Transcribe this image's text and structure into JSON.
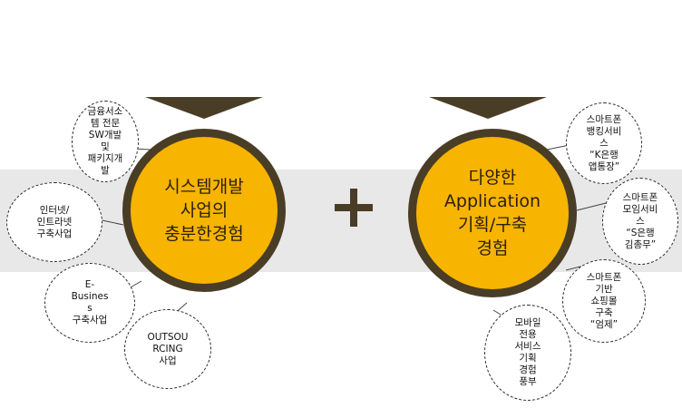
{
  "left_center": {
    "label": "시스템개발\n사업의\n충분한경험"
  },
  "right_center": {
    "label": "다양한\nApplication\n기획/구축\n경험"
  },
  "left_items": [
    {
      "label": "금융서소\n템 전문\nSW개발\n및\n패키지개\n발"
    },
    {
      "label": "인터넷/\n인트라넷\n구축사업"
    },
    {
      "label": "E-\nBusines\ns\n구축사업"
    },
    {
      "label": "OUTSOU\nRCING\n사업"
    }
  ],
  "right_items": [
    {
      "label": "스마트폰\n뱅킹서비\n스\n“K은행\n앱통장”"
    },
    {
      "label": "스마트폰\n모임서비\n스\n“S은행\n김총무”"
    },
    {
      "label": "스마트폰\n기반\n쇼핑몰\n구축\n“엄제”"
    },
    {
      "label": "모바일\n전용\n서비스\n기획\n경험\n풍부"
    }
  ],
  "colors": {
    "main_fill": "#f7b400",
    "main_border": "#4a3d25",
    "band": "#e8e8e8",
    "arrow": "#4a3d25",
    "plus": "#4a3d25"
  }
}
